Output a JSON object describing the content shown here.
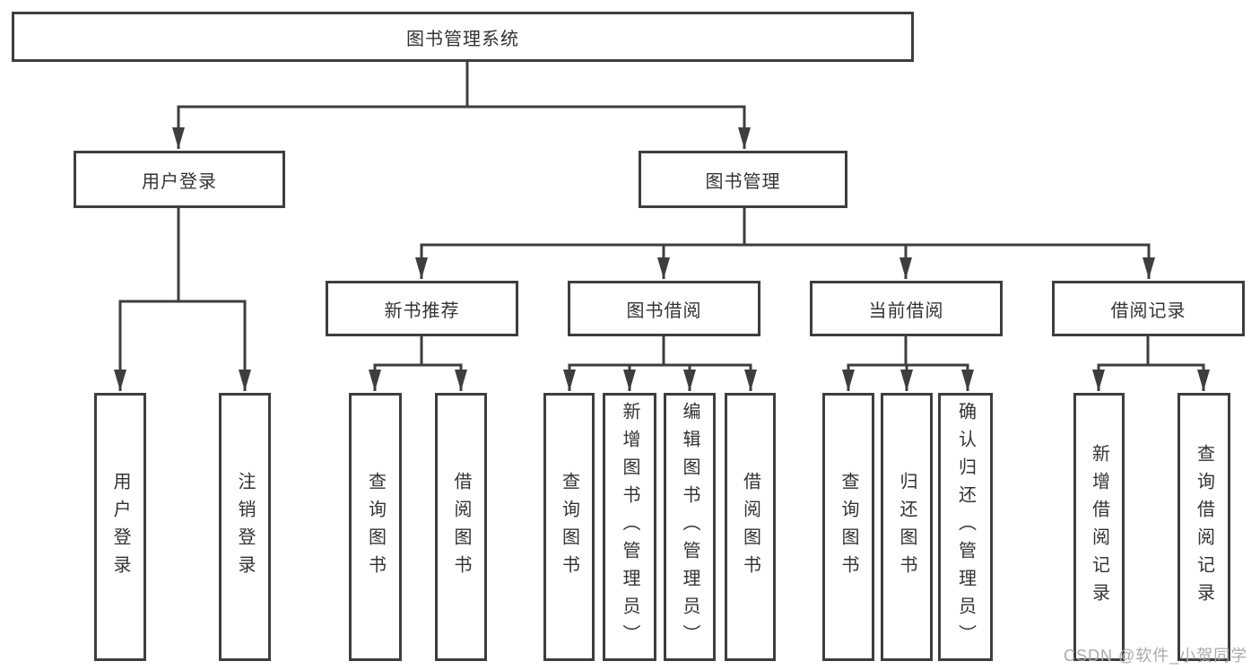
{
  "tree": {
    "root": {
      "label": "图书管理系统"
    },
    "branches": [
      {
        "label": "用户登录",
        "children": [
          {
            "label": "用户登录"
          },
          {
            "label": "注销登录"
          }
        ]
      },
      {
        "label": "图书管理",
        "children": [
          {
            "label": "新书推荐",
            "children": [
              {
                "label": "查询图书"
              },
              {
                "label": "借阅图书"
              }
            ]
          },
          {
            "label": "图书借阅",
            "children": [
              {
                "label": "查询图书"
              },
              {
                "label": "新增图书（管理员）"
              },
              {
                "label": "编辑图书（管理员）"
              },
              {
                "label": "借阅图书"
              }
            ]
          },
          {
            "label": "当前借阅",
            "children": [
              {
                "label": "查询图书"
              },
              {
                "label": "归还图书"
              },
              {
                "label": "确认归还（管理员）"
              }
            ]
          },
          {
            "label": "借阅记录",
            "children": [
              {
                "label": "新增借阅记录"
              },
              {
                "label": "查询借阅记录"
              }
            ]
          }
        ]
      }
    ]
  },
  "watermark": {
    "text": "CSDN @软件_小贺同学"
  },
  "colors": {
    "line": "#3e3e3e",
    "text": "#333333",
    "box_fill": "#ffffff",
    "watermark": "#aaaaaa",
    "background": "#ffffff"
  }
}
